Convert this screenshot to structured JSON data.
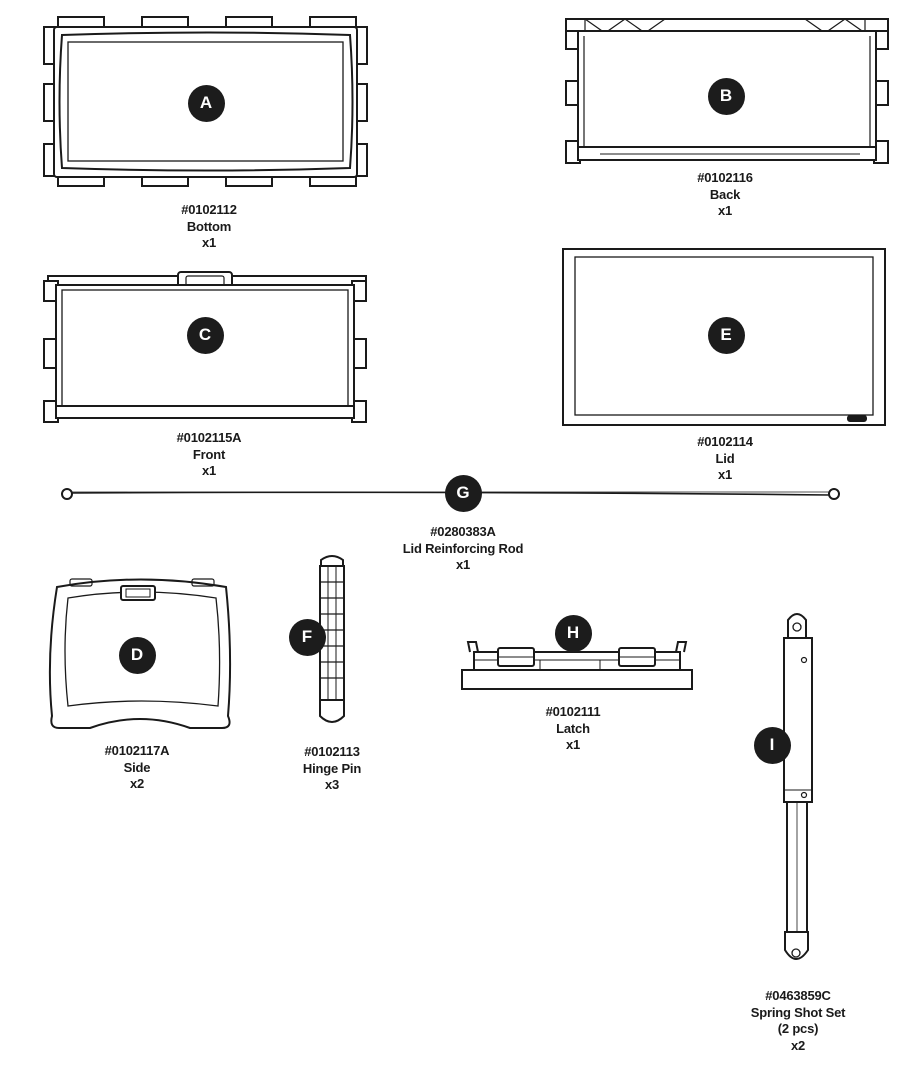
{
  "parts": [
    {
      "id": "A",
      "part_number": "#0102112",
      "name": "Bottom",
      "qty": "x1"
    },
    {
      "id": "B",
      "part_number": "#0102116",
      "name": "Back",
      "qty": "x1"
    },
    {
      "id": "C",
      "part_number": "#0102115A",
      "name": "Front",
      "qty": "x1"
    },
    {
      "id": "E",
      "part_number": "#0102114",
      "name": "Lid",
      "qty": "x1"
    },
    {
      "id": "G",
      "part_number": "#0280383A",
      "name": "Lid Reinforcing Rod",
      "qty": "x1"
    },
    {
      "id": "D",
      "part_number": "#0102117A",
      "name": "Side",
      "qty": "x2"
    },
    {
      "id": "F",
      "part_number": "#0102113",
      "name": "Hinge Pin",
      "qty": "x3"
    },
    {
      "id": "H",
      "part_number": "#0102111",
      "name": "Latch",
      "qty": "x1"
    },
    {
      "id": "I",
      "part_number": "#0463859C",
      "name": "Spring Shot Set",
      "note": "(2 pcs)",
      "qty": "x2"
    }
  ]
}
